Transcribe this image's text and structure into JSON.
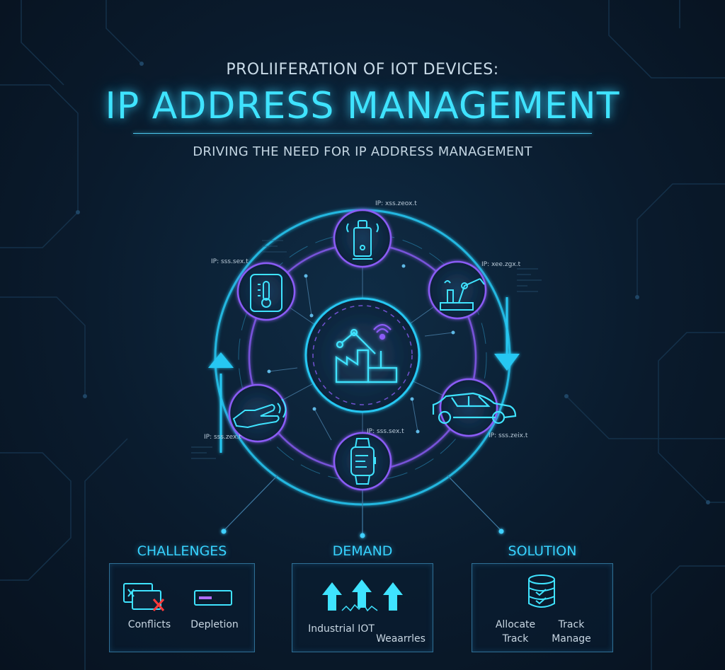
{
  "header": {
    "eyebrow": "PROLIIFERATION OF IOT DEVICES:",
    "title": "IP ADDRESS MANAGEMENT",
    "subtitle": "DRIVING THE NEED FOR IP ADDRESS MANAGEMENT"
  },
  "ring": {
    "nodes": [
      {
        "icon": "smart-device-icon",
        "ip": "IP: xss.zeox.t"
      },
      {
        "icon": "industrial-robot-arm-icon",
        "ip": "IP: xee.zgx.t"
      },
      {
        "icon": "connected-car-icon",
        "ip": "IP: sss.zeix.t"
      },
      {
        "icon": "smartwatch-icon",
        "ip": "IP: sss.sex.t"
      },
      {
        "icon": "smart-glove-icon",
        "ip": "IP: sss.zex.t"
      },
      {
        "icon": "thermostat-icon",
        "ip": "IP: sss.sex.t"
      }
    ],
    "center_icon": "smart-factory-icon"
  },
  "sections": {
    "challenges": {
      "title": "CHALLENGES",
      "items": [
        "Conflicts",
        "Depletion"
      ]
    },
    "demand": {
      "title": "DEMAND",
      "items": [
        "Industrial IOT",
        "Weaarrles"
      ]
    },
    "solution": {
      "title": "SOLUTION",
      "items": [
        "Allocate\nTrack",
        "Track\nManage"
      ]
    }
  },
  "colors": {
    "accent": "#3fe3ff",
    "ring_cyan": "#27c7f2",
    "ring_purple": "#8b5cf6",
    "background": "#0a1b2d",
    "error_red": "#ff3b3b"
  }
}
